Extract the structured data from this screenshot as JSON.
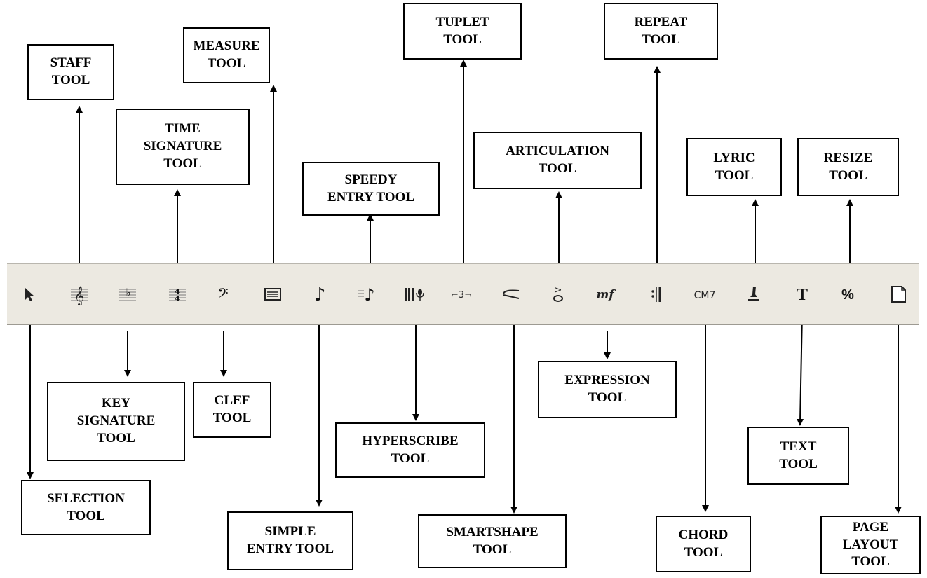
{
  "toolbar": {
    "buttons": [
      {
        "name": "selection-tool-button",
        "icon": "pointer-arrow-icon",
        "glyph": ""
      },
      {
        "name": "staff-tool-button",
        "icon": "treble-clef-staff-icon",
        "glyph": "𝄞"
      },
      {
        "name": "key-signature-tool-button",
        "icon": "flat-on-staff-icon",
        "glyph": "♭"
      },
      {
        "name": "time-signature-tool-button",
        "icon": "time-signature-icon",
        "glyph": "4"
      },
      {
        "name": "clef-tool-button",
        "icon": "bass-clef-icon",
        "glyph": "𝄢"
      },
      {
        "name": "measure-tool-button",
        "icon": "measure-icon",
        "glyph": ""
      },
      {
        "name": "simple-entry-tool-button",
        "icon": "eighth-note-icon",
        "glyph": "♪"
      },
      {
        "name": "speedy-entry-tool-button",
        "icon": "speedy-note-icon",
        "glyph": "♪"
      },
      {
        "name": "hyperscribe-tool-button",
        "icon": "keyboard-microphone-icon",
        "glyph": ""
      },
      {
        "name": "tuplet-tool-button",
        "icon": "tuplet-bracket-icon",
        "glyph": "⌐3¬"
      },
      {
        "name": "smartshape-tool-button",
        "icon": "hairpin-icon",
        "glyph": ""
      },
      {
        "name": "articulation-tool-button",
        "icon": "accent-note-icon",
        "glyph": ">"
      },
      {
        "name": "expression-tool-button",
        "icon": "mezzo-forte-icon",
        "glyph": "mf"
      },
      {
        "name": "repeat-tool-button",
        "icon": "repeat-barline-icon",
        "glyph": ":||"
      },
      {
        "name": "chord-tool-button",
        "icon": "chord-symbol-icon",
        "glyph": "CM7"
      },
      {
        "name": "lyric-tool-button",
        "icon": "quill-pen-icon",
        "glyph": ""
      },
      {
        "name": "text-tool-button",
        "icon": "text-t-icon",
        "glyph": "T"
      },
      {
        "name": "resize-tool-button",
        "icon": "percent-icon",
        "glyph": "%"
      },
      {
        "name": "page-layout-tool-button",
        "icon": "page-icon",
        "glyph": ""
      }
    ]
  },
  "labels": {
    "staff": "STAFF\nTOOL",
    "measure": "MEASURE\nTOOL",
    "time_signature": "TIME\nSIGNATURE\nTOOL",
    "speedy_entry": "SPEEDY\nENTRY TOOL",
    "tuplet": "TUPLET\nTOOL",
    "articulation": "ARTICULATION\nTOOL",
    "repeat": "REPEAT\nTOOL",
    "lyric": "LYRIC\nTOOL",
    "resize": "RESIZE\nTOOL",
    "key_signature": "KEY\nSIGNATURE\nTOOL",
    "clef": "CLEF\nTOOL",
    "selection": "SELECTION\nTOOL",
    "simple_entry": "SIMPLE\nENTRY TOOL",
    "hyperscribe": "HYPERSCRIBE\nTOOL",
    "smartshape": "SMARTSHAPE\nTOOL",
    "expression": "EXPRESSION\nTOOL",
    "chord": "CHORD\nTOOL",
    "text": "TEXT\nTOOL",
    "page_layout": "PAGE\nLAYOUT\nTOOL"
  },
  "colors": {
    "toolbar_bg": "#ece9e1",
    "label_border": "#000000",
    "icon": "#222222"
  }
}
